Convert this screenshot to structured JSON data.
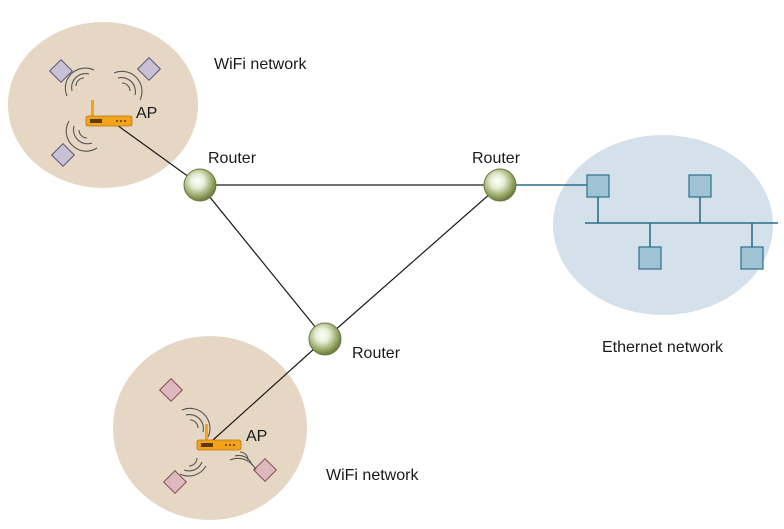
{
  "labels": {
    "wifi_top": "WiFi network",
    "wifi_bottom": "WiFi network",
    "ethernet": "Ethernet network",
    "router_top_left": "Router",
    "router_top_right": "Router",
    "router_bottom": "Router",
    "ap_top": "AP",
    "ap_bottom": "AP"
  },
  "colors": {
    "wifi_cloud": "#e5d7c3",
    "ethernet_cloud": "#d5e1ea",
    "router_fill": "#8e9f5d",
    "router_highlight": "#e6edd3",
    "ap_body": "#f2a31b",
    "wifi_device_top": "#c8c0d4",
    "wifi_device_bottom": "#dcb9bd",
    "ethernet_host": "#9fc3d4",
    "ethernet_bus": "#2b6f8a",
    "link": "#1a1a1a"
  },
  "icons": {
    "router": "router-icon",
    "access_point": "access-point-icon",
    "wireless_host": "wireless-host-icon",
    "ethernet_host": "ethernet-host-icon"
  }
}
